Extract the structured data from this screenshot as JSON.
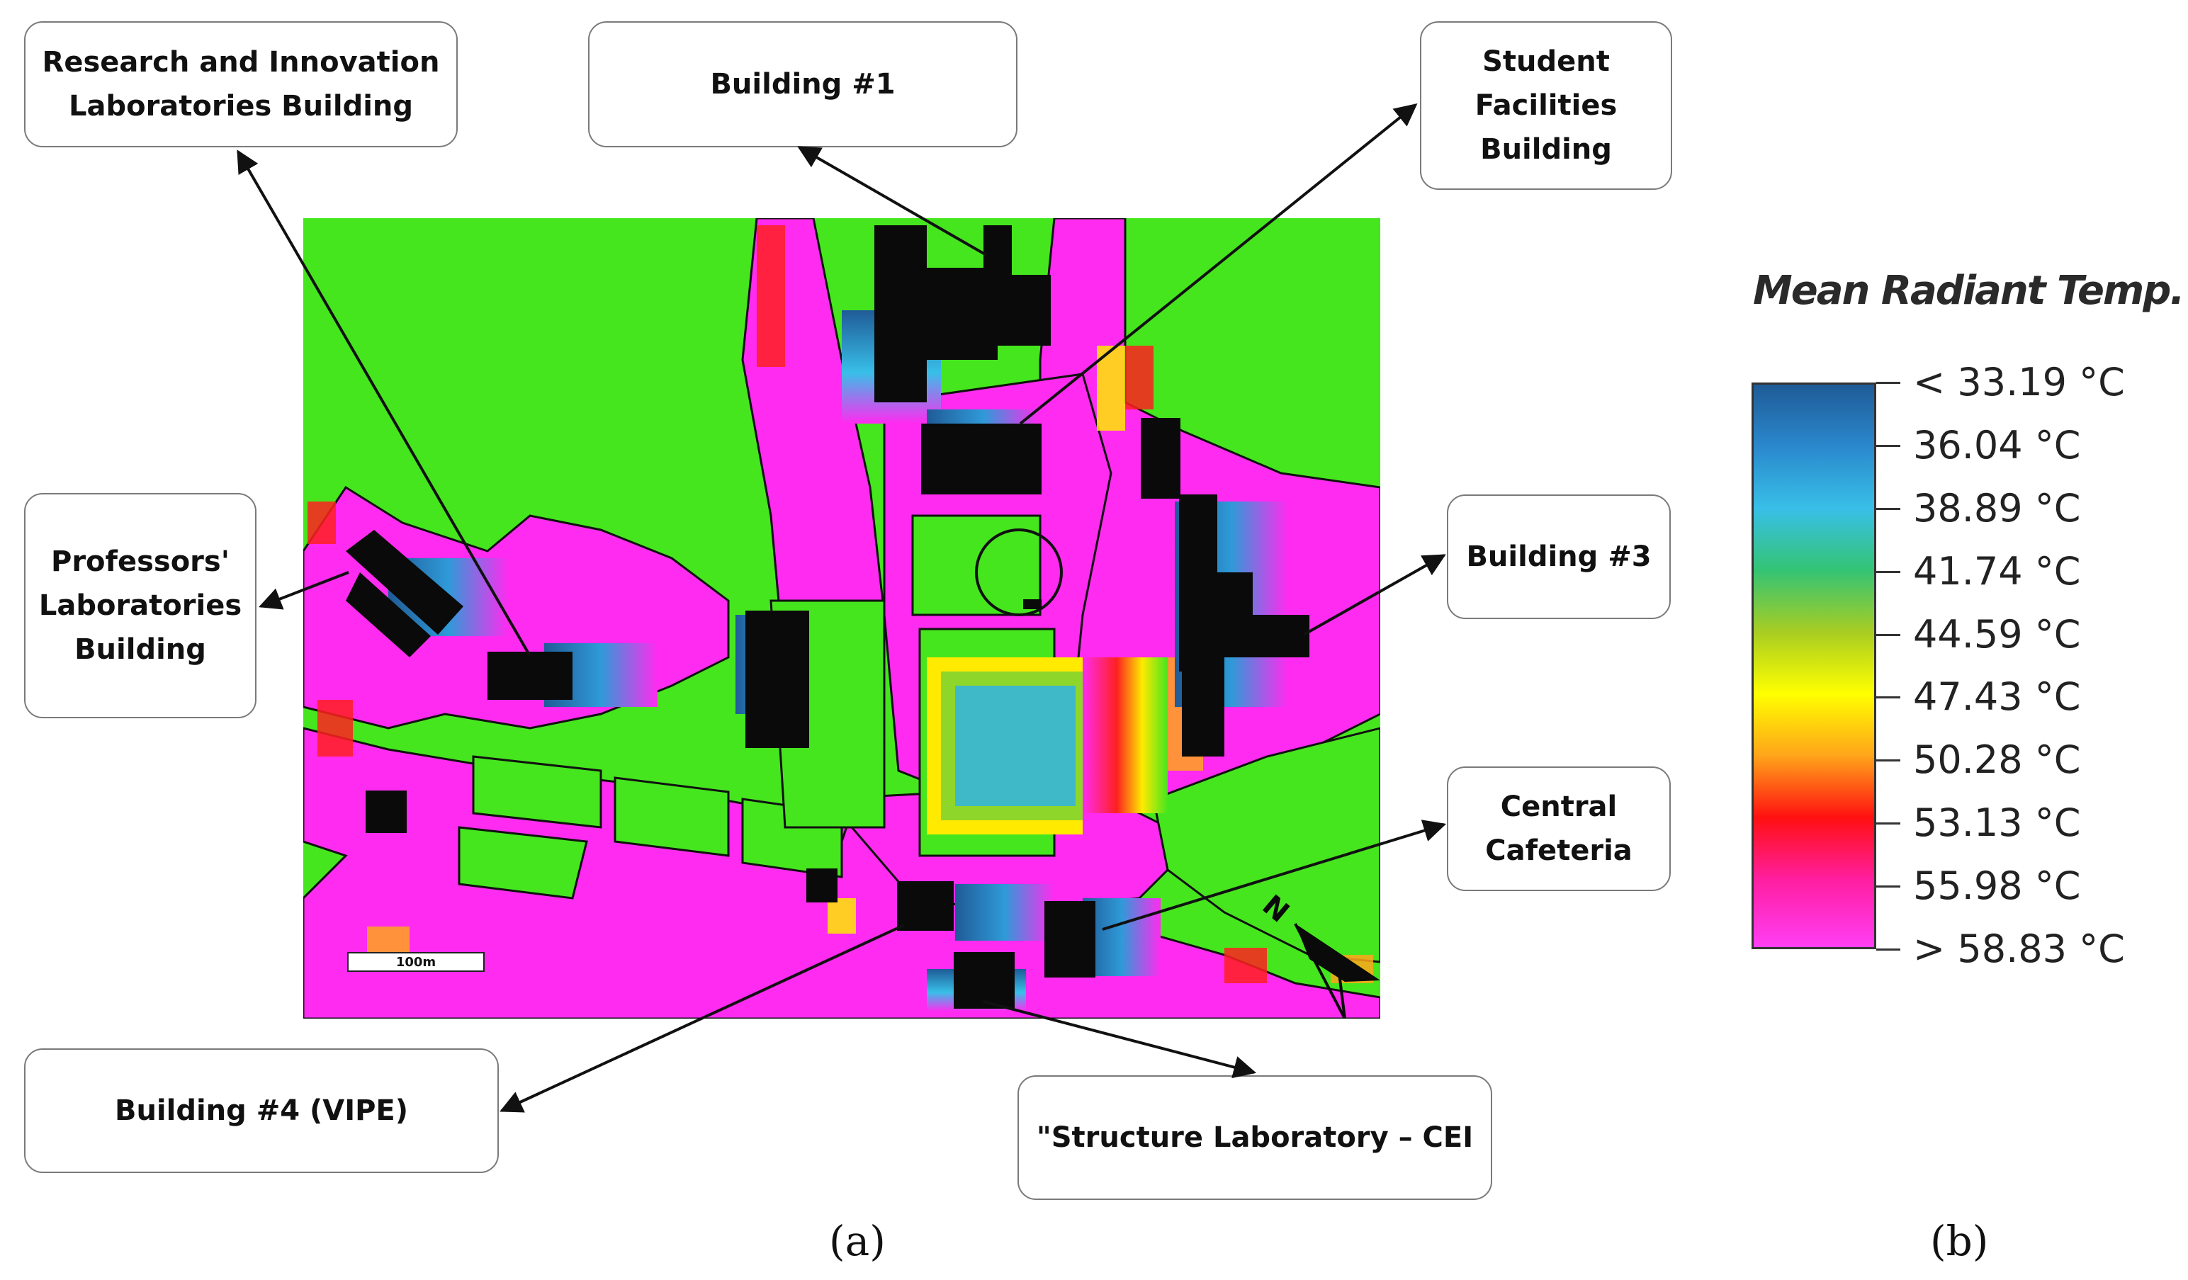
{
  "callouts": {
    "research": "Research and Innovation\nLaboratories Building",
    "building1": "Building #1",
    "student": "Student\nFacilities\nBuilding",
    "professors": "Professors'\nLaboratories\nBuilding",
    "building3": "Building #3",
    "cafeteria": "Central\nCafeteria",
    "building4": "Building #4 (VIPE)",
    "structure": "\"Structure Laboratory – CEI"
  },
  "panel_labels": {
    "a": "(a)",
    "b": "(b)"
  },
  "scale_bar": "100m",
  "north_label": "N",
  "legend": {
    "title": "Mean Radiant Temp.",
    "ticks": [
      "< 33.19 °C",
      "36.04  °C",
      "38.89  °C",
      "41.74  °C",
      "44.59  °C",
      "47.43  °C",
      "50.28  °C",
      "53.13  °C",
      "55.98  °C",
      "> 58.83 °C"
    ]
  },
  "colors": {
    "grass": "#46e61e",
    "hot": "#ff2bf0",
    "building": "#0a0a0a",
    "shade_dark": "#1f5b97",
    "shade_light": "#3fc0ea",
    "warm": "#ffea00",
    "red": "#ff2020"
  }
}
